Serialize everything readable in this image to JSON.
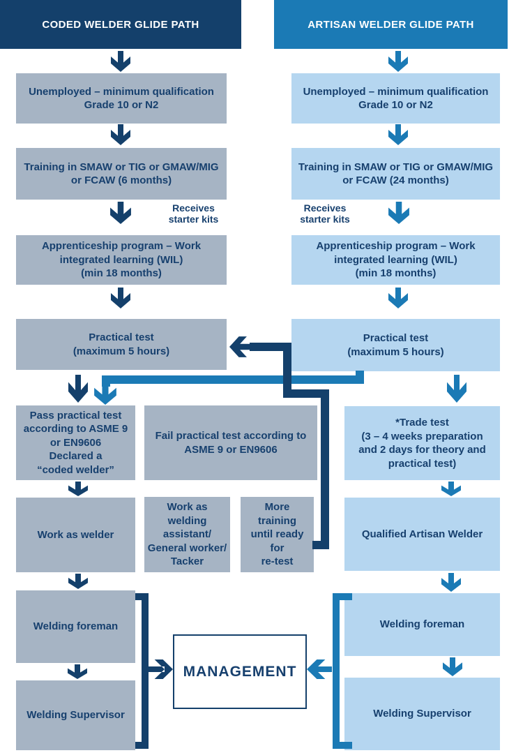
{
  "colors": {
    "navy": "#14406b",
    "blue": "#1b7ab5",
    "gray_box": "#a6b4c4",
    "light_box": "#b5d6f0",
    "text": "#17406e",
    "header_text": "#ffffff",
    "background": "#ffffff"
  },
  "coded_path": {
    "header": "CODED WELDER GLIDE PATH",
    "starter_kit_note": "Receives\nstarter kits",
    "nodes": [
      {
        "label": "Unemployed – minimum qualification\nGrade 10 or N2"
      },
      {
        "label": "Training in SMAW or TIG or GMAW/MIG\nor FCAW (6 months)"
      },
      {
        "label": "Apprenticeship program – Work\nintegrated learning (WIL)\n(min 18 months)"
      },
      {
        "label": "Practical test\n(maximum 5 hours)"
      },
      {
        "label": "Pass practical test\naccording to ASME 9\nor EN9606\nDeclared a\n“coded welder”"
      },
      {
        "label": "Work as welder"
      },
      {
        "label": "Welding foreman"
      },
      {
        "label": "Welding Supervisor"
      }
    ]
  },
  "shared": {
    "fail_box": "Fail practical test according to\nASME 9 or EN9606",
    "assistant_box": "Work as\nwelding\nassistant/\nGeneral worker/\nTacker",
    "retraining_box": "More\ntraining\nuntil ready\nfor\nre-test",
    "management_box": "MANAGEMENT"
  },
  "artisan_path": {
    "header": "ARTISAN WELDER GLIDE PATH",
    "starter_kit_note": "Receives\nstarter kits",
    "nodes": [
      {
        "label": "Unemployed – minimum qualification\nGrade 10 or N2"
      },
      {
        "label": "Training in SMAW or TIG or GMAW/MIG\nor FCAW (24 months)"
      },
      {
        "label": "Apprenticeship program – Work\nintegrated learning (WIL)\n(min 18 months)"
      },
      {
        "label": "Practical test\n(maximum 5 hours)"
      },
      {
        "label": "*Trade test\n(3 – 4 weeks preparation\nand 2 days for theory and\npractical test)"
      },
      {
        "label": "Qualified Artisan Welder"
      },
      {
        "label": "Welding foreman"
      },
      {
        "label": "Welding Supervisor"
      }
    ]
  }
}
